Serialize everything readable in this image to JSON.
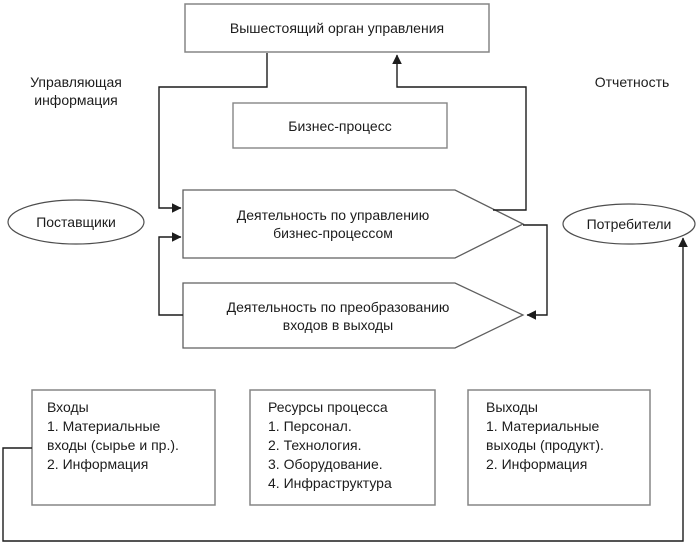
{
  "diagram": {
    "top_box": {
      "label": "Вышестоящий орган управления"
    },
    "process_box": {
      "label": "Бизнес-процесс"
    },
    "management_activity": {
      "line1": "Деятельность по управлению",
      "line2": "бизнес-процессом"
    },
    "transform_activity": {
      "line1": "Деятельность по преобразованию",
      "line2": "входов в выходы"
    },
    "suppliers": {
      "label": "Поставщики"
    },
    "consumers": {
      "label": "Потребители"
    },
    "control_label": {
      "line1": "Управляющая",
      "line2": "информация"
    },
    "reporting_label": {
      "label": "Отчетность"
    },
    "inputs_box": {
      "lines": [
        "Входы",
        "1. Материальные",
        "входы (сырье и пр.).",
        "2. Информация"
      ]
    },
    "resources_box": {
      "lines": [
        "Ресурсы процесса",
        "1. Персонал.",
        "2. Технология.",
        "3. Оборудование.",
        "4. Инфраструктура"
      ]
    },
    "outputs_box": {
      "lines": [
        "Выходы",
        "1. Материальные",
        "выходы (продукт).",
        "2. Информация"
      ]
    },
    "colors": {
      "background": "#ffffff",
      "box_stroke": "#858585",
      "shape_stroke": "#5f5f5f",
      "ellipse_stroke": "#4d4d4d",
      "line": "#1c1c1c",
      "text": "#1c1c1c"
    }
  }
}
